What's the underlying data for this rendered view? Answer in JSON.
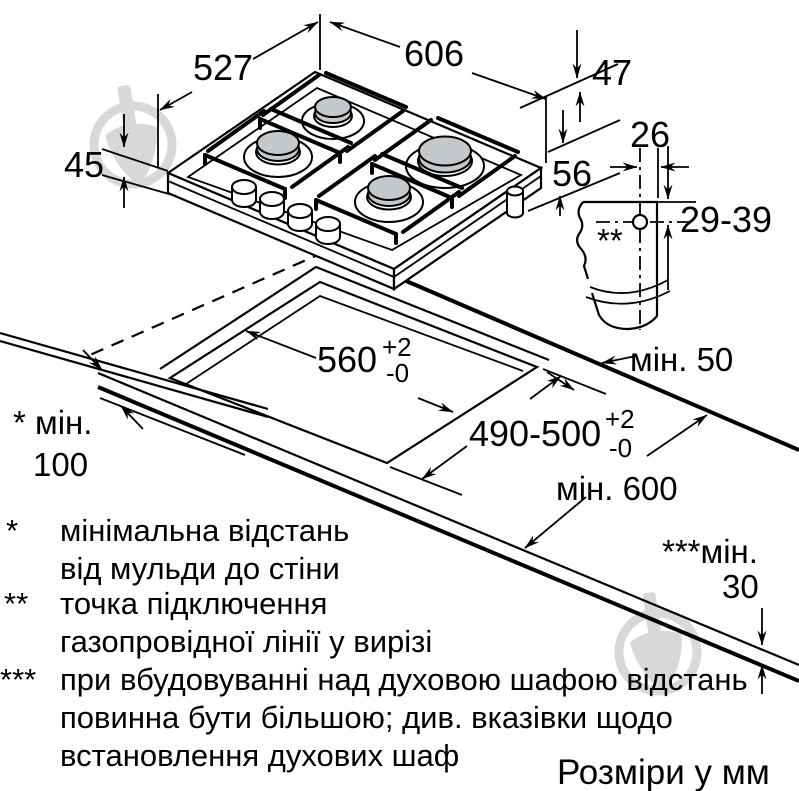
{
  "dim": {
    "d527": "527",
    "d606": "606",
    "d47": "47",
    "d45": "45",
    "d56": "56",
    "d26": "26",
    "d29_39": "29-39",
    "connection_marker": "**"
  },
  "cutout": {
    "width": "560",
    "width_tol_plus": "+2",
    "width_tol_minus": "-0",
    "depth": "490-500",
    "depth_tol_plus": "+2",
    "depth_tol_minus": "-0"
  },
  "clearances": {
    "min50": "мін. 50",
    "min100_label": "* мін.",
    "min100_value": "100",
    "min600": "мін. 600",
    "min30_label": "***мін.",
    "min30_value": "30"
  },
  "footnotes": [
    {
      "marker": "*",
      "lines": [
        "мінімальна відстань",
        "від мульди до стіни"
      ]
    },
    {
      "marker": "**",
      "lines": [
        "точка підключення",
        "газопровідної лінії у вирізі"
      ]
    },
    {
      "marker": "***",
      "lines": [
        "при вбудовуванні над духовою шафою відстань",
        "повинна бути більшою; див. вказівки щодо",
        "встановлення духових шаф"
      ]
    }
  ],
  "units_note": "Розміри у мм",
  "colors": {
    "line": "#000000",
    "burner_cap": "#c4c8cb",
    "watermark": "#d8d8d8"
  }
}
